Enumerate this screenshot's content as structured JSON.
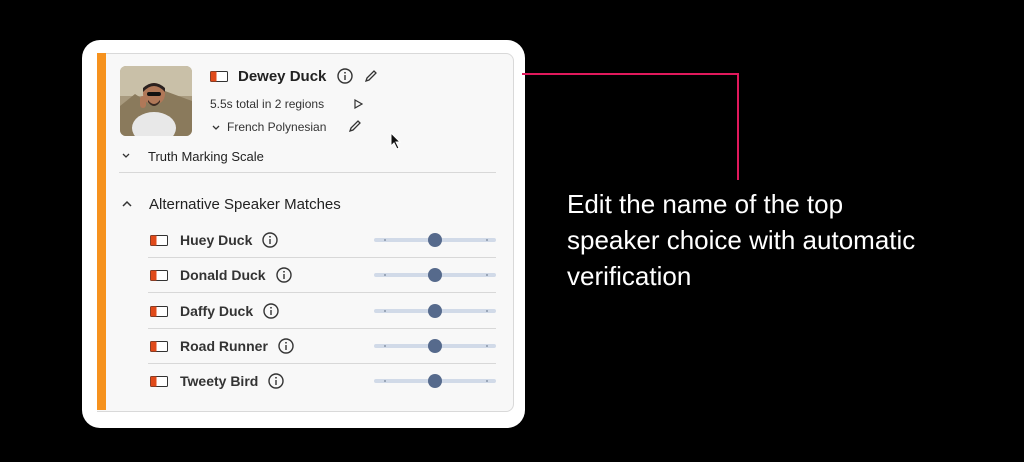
{
  "speaker": {
    "name": "Dewey Duck",
    "summary": "5.5s total in 2 regions",
    "location": "French Polynesian"
  },
  "truth_section": {
    "label": "Truth Marking Scale"
  },
  "alt_section": {
    "label": "Alternative Speaker Matches"
  },
  "matches": [
    {
      "name": "Huey Duck",
      "level": 0.5
    },
    {
      "name": "Donald Duck",
      "level": 0.5
    },
    {
      "name": "Daffy Duck",
      "level": 0.5
    },
    {
      "name": "Road Runner",
      "level": 0.5
    },
    {
      "name": "Tweety Bird",
      "level": 0.5
    }
  ],
  "annotation": {
    "text": "Edit the name of the top speaker choice with automatic verification"
  },
  "colors": {
    "accent": "#f6921e",
    "annotation_line": "#e0195c",
    "slider_thumb": "#566a8c",
    "slider_track": "#d1dae8"
  },
  "icons": [
    "speaker-flag-icon",
    "info-icon",
    "pencil-icon",
    "play-icon",
    "chevron-down-icon",
    "chevron-up-icon",
    "mouse-cursor-icon"
  ]
}
